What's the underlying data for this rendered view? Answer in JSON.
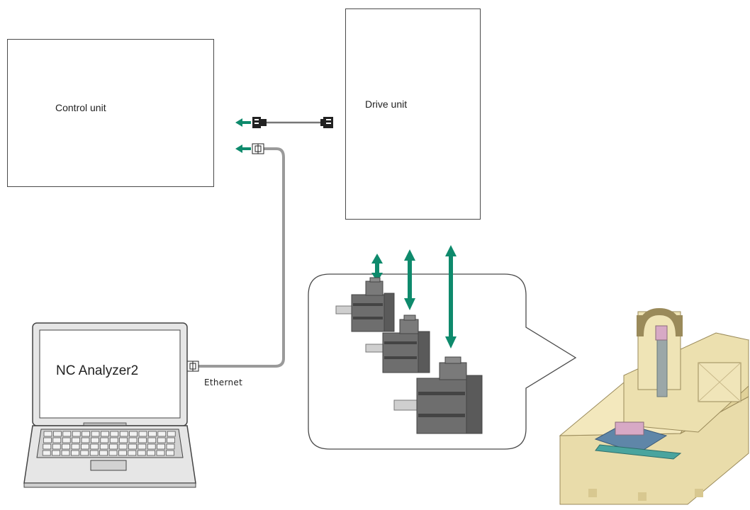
{
  "control_unit": {
    "label": "Control unit"
  },
  "drive_unit": {
    "label": "Drive unit"
  },
  "laptop": {
    "screen_text": "NC Analyzer2"
  },
  "ethernet": {
    "label": "Ethernet"
  },
  "colors": {
    "arrow": "#0e8a6c",
    "cable": "#8c8c8c",
    "box_border": "#4a4a4a",
    "motor": "#6e6e6e",
    "machine": "#efe2b0"
  },
  "icons": [
    "optical-cable-connector-icon",
    "ethernet-connector-icon",
    "bidirectional-arrow-icon",
    "servo-motor-icon",
    "machine-tool-icon",
    "laptop-icon"
  ]
}
